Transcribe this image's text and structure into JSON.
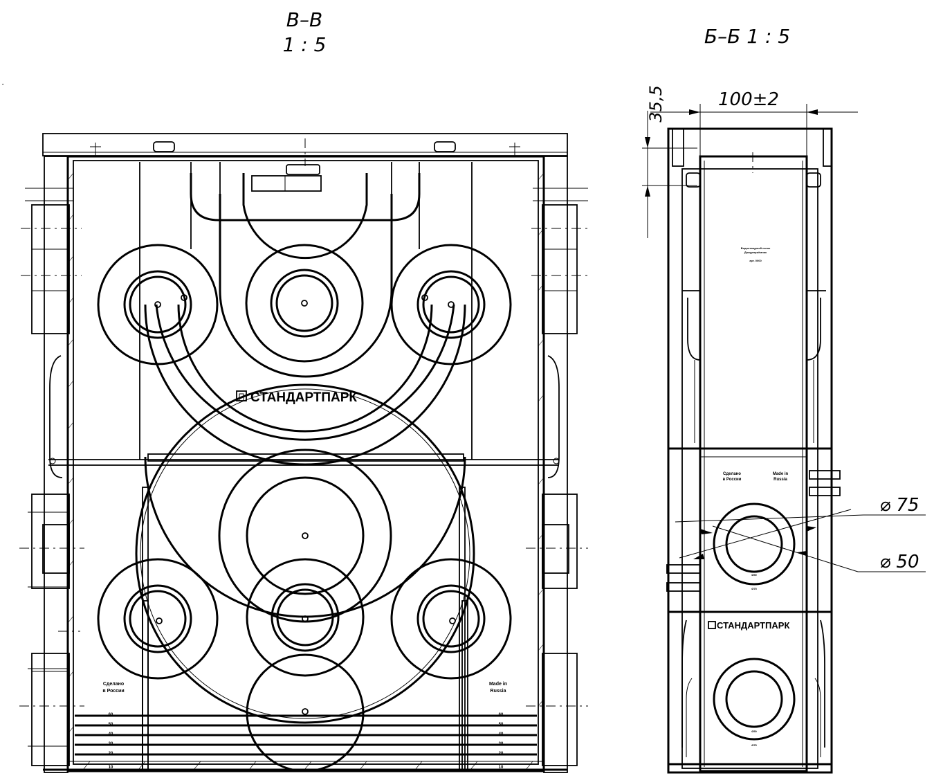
{
  "views": {
    "left": {
      "name": "В–В",
      "scale": "1 : 5"
    },
    "right": {
      "title": "Б–Б 1 : 5"
    }
  },
  "dimensions": {
    "width": "100±2",
    "height": "35,5",
    "dia_outer": "⌀ 75",
    "dia_inner": "⌀ 50"
  },
  "markings": {
    "brand": "СТАНДАРТПАРК",
    "made_ru": [
      "Сделано",
      "в России"
    ],
    "made_en": [
      "Made in",
      "Russia"
    ],
    "right_made_ru": [
      "Сделано",
      "в России"
    ],
    "right_made_en": [
      "Made in",
      "Russia"
    ],
    "right_top_label": [
      "Водоотводный лоток",
      "Дождеприёмник",
      "арт. 0000"
    ],
    "scale_left": [
      "60",
      "50",
      "40",
      "30",
      "20",
      "10"
    ],
    "scale_right": [
      "60",
      "50",
      "40",
      "30",
      "20",
      "10"
    ],
    "circle_marks": [
      "Ø50",
      "Ø75"
    ]
  }
}
